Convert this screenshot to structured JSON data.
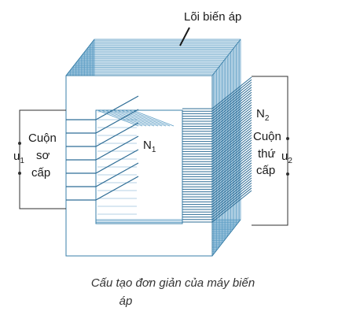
{
  "labels": {
    "core": "Lõi biến áp",
    "primary_word1": "Cuộn",
    "primary_word2": "sơ",
    "primary_word3": "cấp",
    "u1": "u",
    "u1_sub": "1",
    "n1": "N",
    "n1_sub": "1",
    "n2": "N",
    "n2_sub": "2",
    "secondary_word1": "Cuộn",
    "secondary_word2": "thứ",
    "secondary_word3": "cấp",
    "u2": "u",
    "u2_sub": "2"
  },
  "caption_line1": "Cấu tạo đơn giản của máy biến",
  "caption_line2": "áp",
  "colors": {
    "core_front": "#ffffff",
    "core_stroke": "#3a7fa8",
    "lamination": "#5b9cc4",
    "winding": "#2e6d96",
    "wire": "#2f2f2f"
  }
}
